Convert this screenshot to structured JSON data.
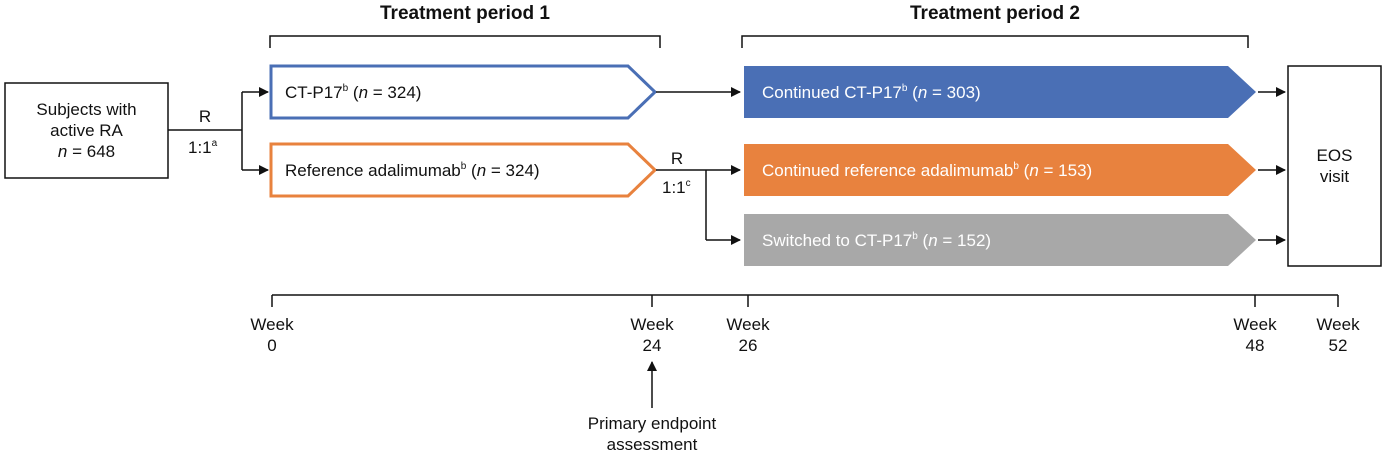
{
  "headers": {
    "period1": "Treatment period 1",
    "period2": "Treatment period 2"
  },
  "subjects_box": {
    "line1": "Subjects with",
    "line2": "active RA",
    "n_sym": "n",
    "n_rest": " = 648"
  },
  "randomization1": {
    "r": "R",
    "ratio": "1:1",
    "note": "a"
  },
  "randomization2": {
    "r": "R",
    "ratio": "1:1",
    "note": "c"
  },
  "arms_p1": {
    "ctp17": {
      "name": "CT-P17",
      "sup": "b",
      "open": " (",
      "n_sym": "n",
      "n_rest": " = 324)"
    },
    "ref": {
      "name": "Reference adalimumab",
      "sup": "b",
      "open": " (",
      "n_sym": "n",
      "n_rest": " = 324)"
    }
  },
  "arms_p2": {
    "continued_ctp17": {
      "name": "Continued CT-P17",
      "sup": "b",
      "open": " (",
      "n_sym": "n",
      "n_rest": " = 303)"
    },
    "continued_ref": {
      "name": "Continued reference adalimumab",
      "sup": "b",
      "open": " (",
      "n_sym": "n",
      "n_rest": " = 153)"
    },
    "switched": {
      "name": "Switched to CT-P17",
      "sup": "b",
      "open": " (",
      "n_sym": "n",
      "n_rest": " = 152)"
    }
  },
  "eos_box": {
    "line1": "EOS",
    "line2": "visit"
  },
  "timeline": [
    {
      "label": "Week",
      "value": "0"
    },
    {
      "label": "Week",
      "value": "24"
    },
    {
      "label": "Week",
      "value": "26"
    },
    {
      "label": "Week",
      "value": "48"
    },
    {
      "label": "Week",
      "value": "52"
    }
  ],
  "primary_endpoint": {
    "line1": "Primary endpoint",
    "line2": "assessment"
  },
  "colors": {
    "blue": "#4a6fb5",
    "orange": "#e8823e",
    "gray": "#a8a8a8",
    "line": "#111111"
  }
}
